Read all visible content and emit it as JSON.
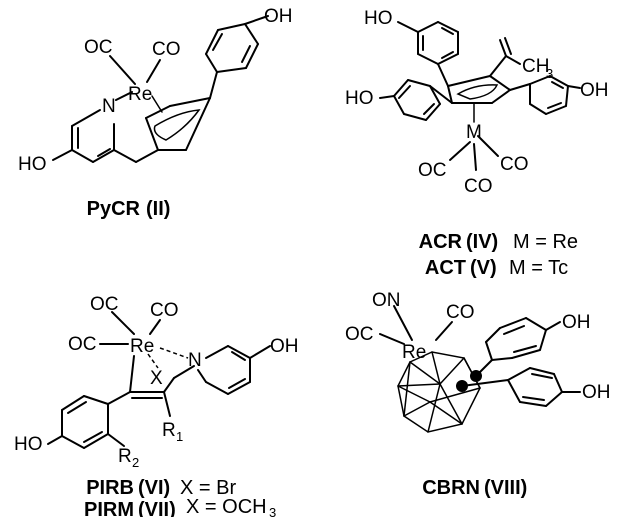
{
  "compounds": [
    {
      "name": "PyCR",
      "numeral": "(II)",
      "atoms": {
        "oc": "OC",
        "co": "CO",
        "re": "Re",
        "n": "N",
        "ho": "HO",
        "oh": "OH"
      }
    },
    {
      "name": "ACR",
      "numeral": "(IV)",
      "condition": "M = Re",
      "name2": "ACT",
      "numeral2": "(V)",
      "condition2": "M = Tc",
      "atoms": {
        "ho_top": "HO",
        "ho_left": "HO",
        "oh_right": "OH",
        "ch": "CH",
        "ch_sub": "3",
        "m": "M",
        "oc": "OC",
        "co1": "CO",
        "co2": "CO"
      }
    },
    {
      "name": "PIRB",
      "numeral": "(VI)",
      "condition": "X = Br",
      "name2": "PIRM",
      "numeral2": "(VII)",
      "condition2": "X = OCH",
      "condition2_sub": "3",
      "atoms": {
        "oc1": "OC",
        "co": "CO",
        "oc2": "OC",
        "re": "Re",
        "n": "N",
        "x": "X",
        "oh": "OH",
        "ho": "HO",
        "r1": "R",
        "r1_sub": "1",
        "r2": "R",
        "r2_sub": "2"
      }
    },
    {
      "name": "CBRN",
      "numeral": "(VIII)",
      "atoms": {
        "on": "ON",
        "co": "CO",
        "oc": "OC",
        "re": "Re",
        "oh1": "OH",
        "oh2": "OH"
      }
    }
  ],
  "colors": {
    "ink": "#000000",
    "background": "#ffffff"
  }
}
